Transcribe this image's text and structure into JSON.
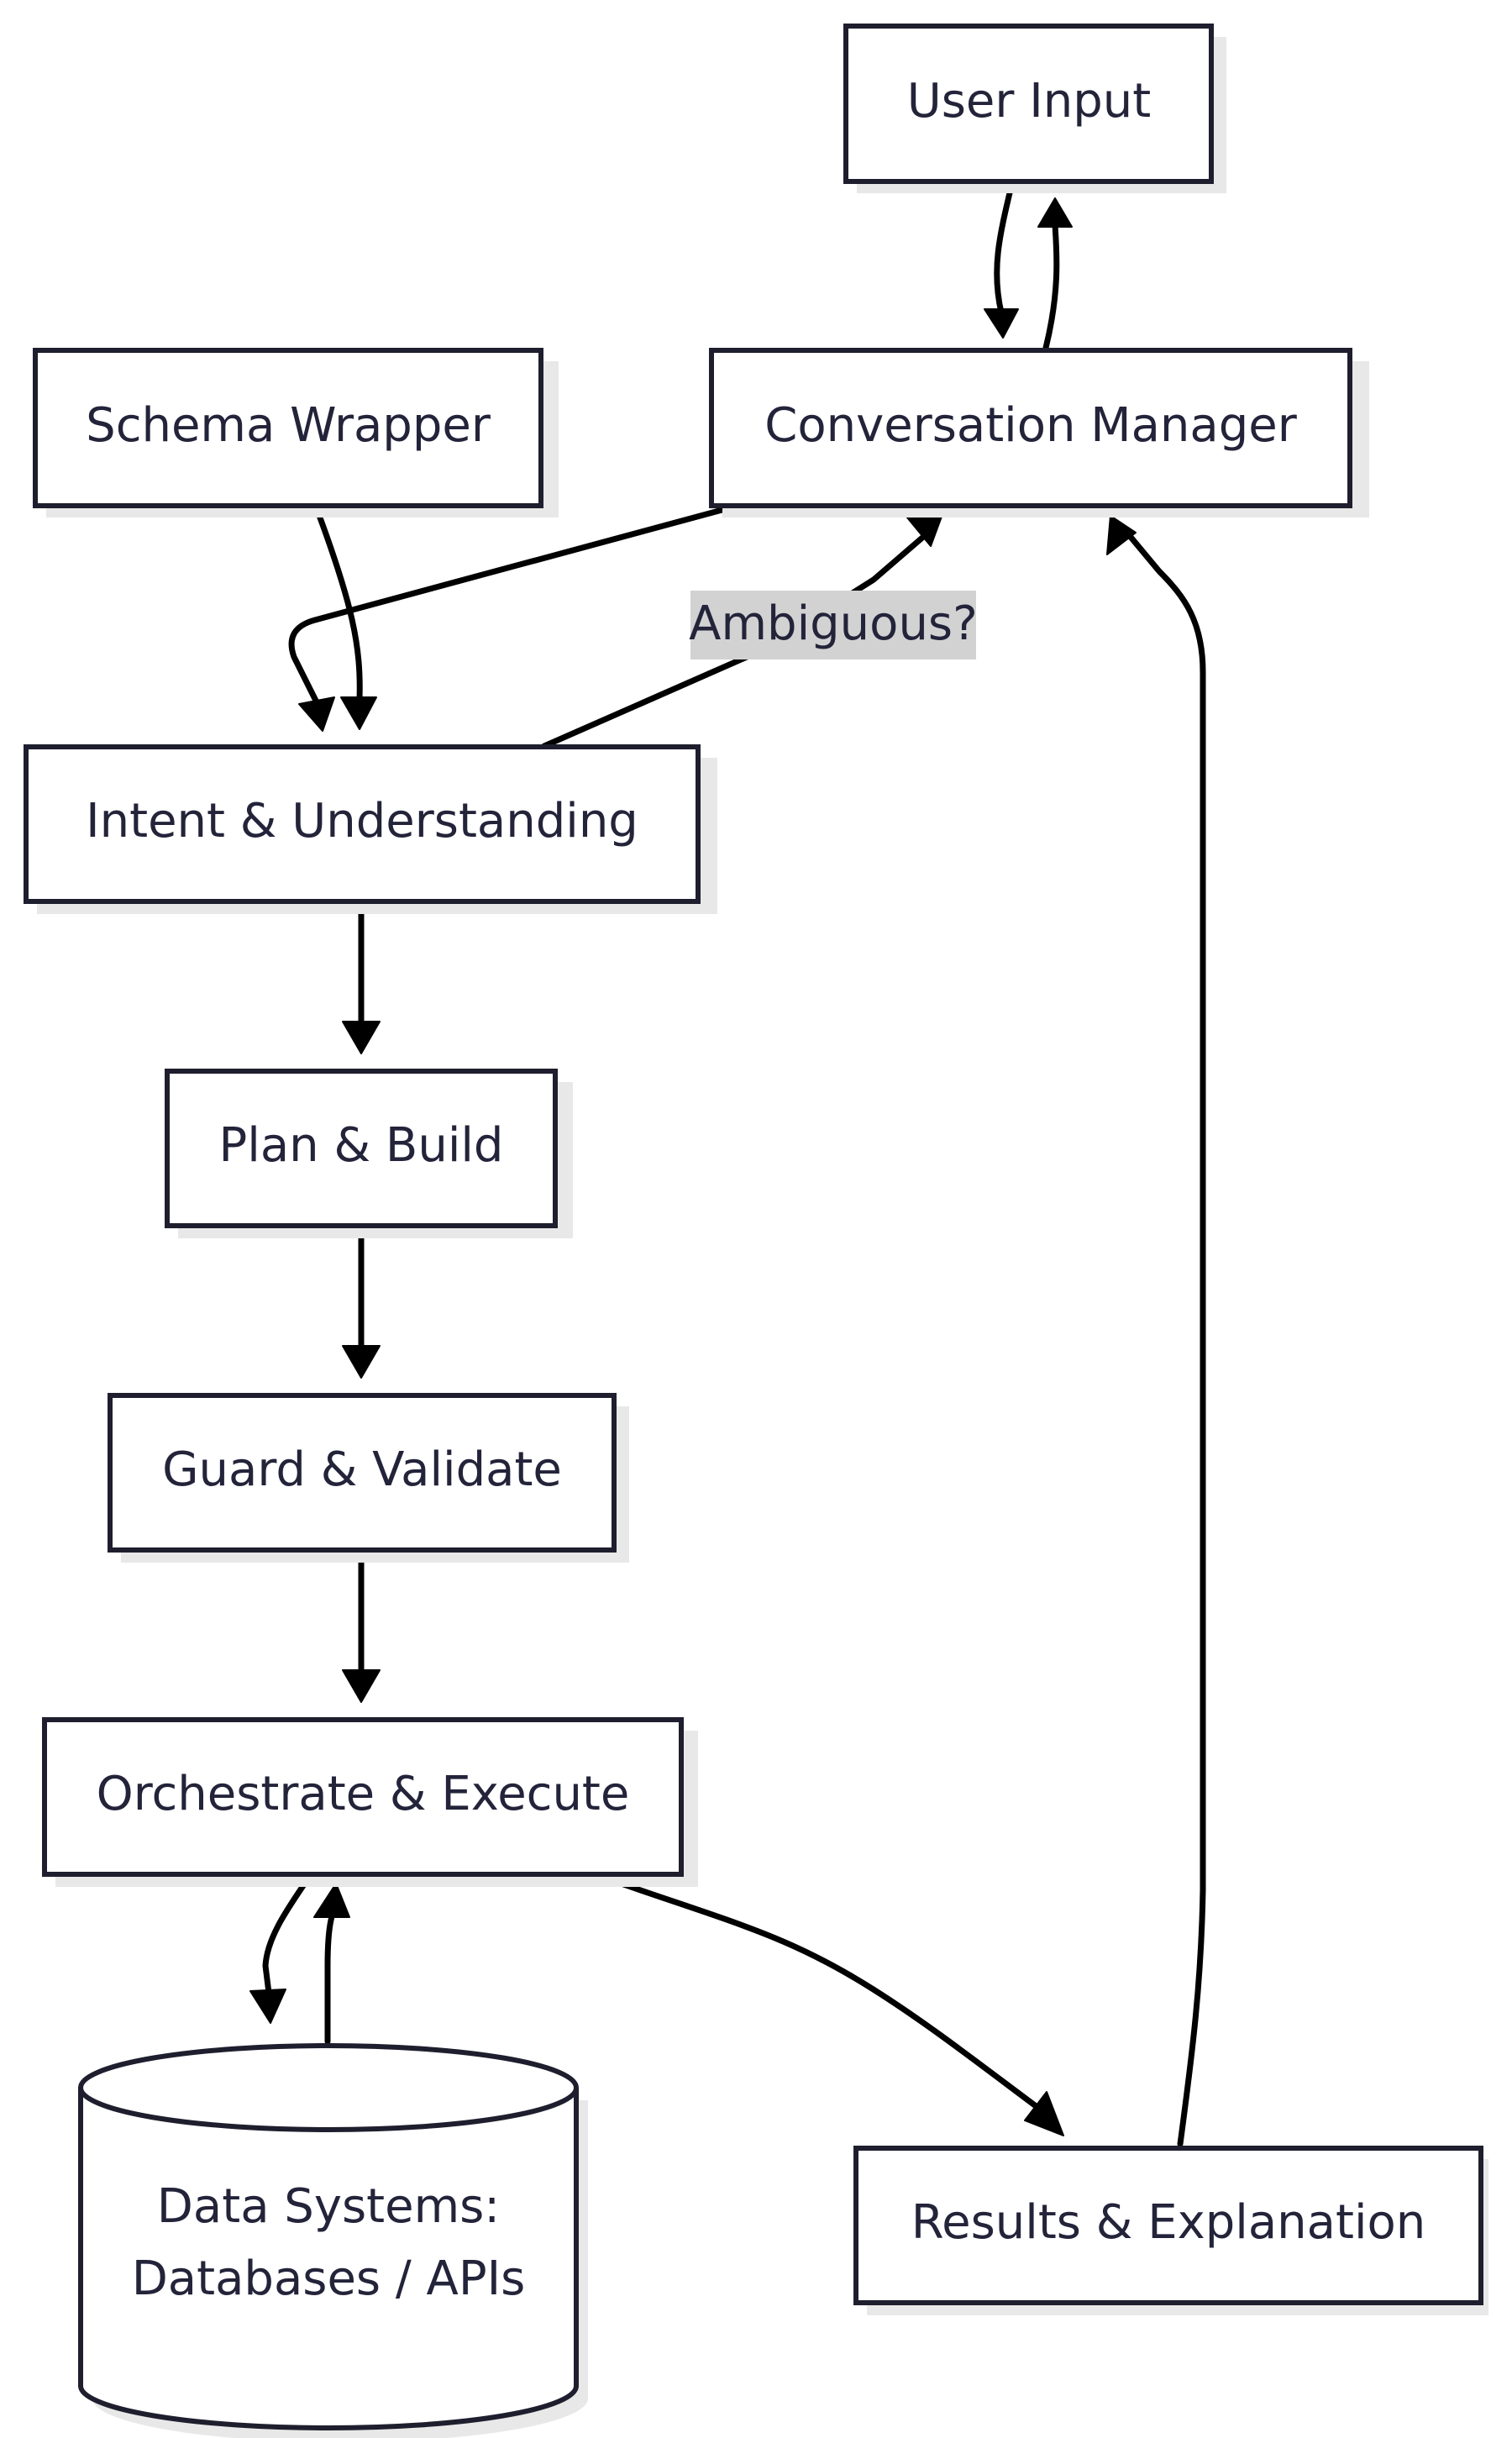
{
  "nodes": {
    "user_input": "User Input",
    "conversation_manager": "Conversation Manager",
    "schema_wrapper": "Schema Wrapper",
    "intent_understanding": "Intent & Understanding",
    "plan_build": "Plan & Build",
    "guard_validate": "Guard & Validate",
    "orchestrate_execute": "Orchestrate & Execute",
    "data_systems_line1": "Data Systems:",
    "data_systems_line2": "Databases / APIs",
    "results_explanation": "Results & Explanation"
  },
  "edge_labels": {
    "ambiguous": "Ambiguous?"
  }
}
